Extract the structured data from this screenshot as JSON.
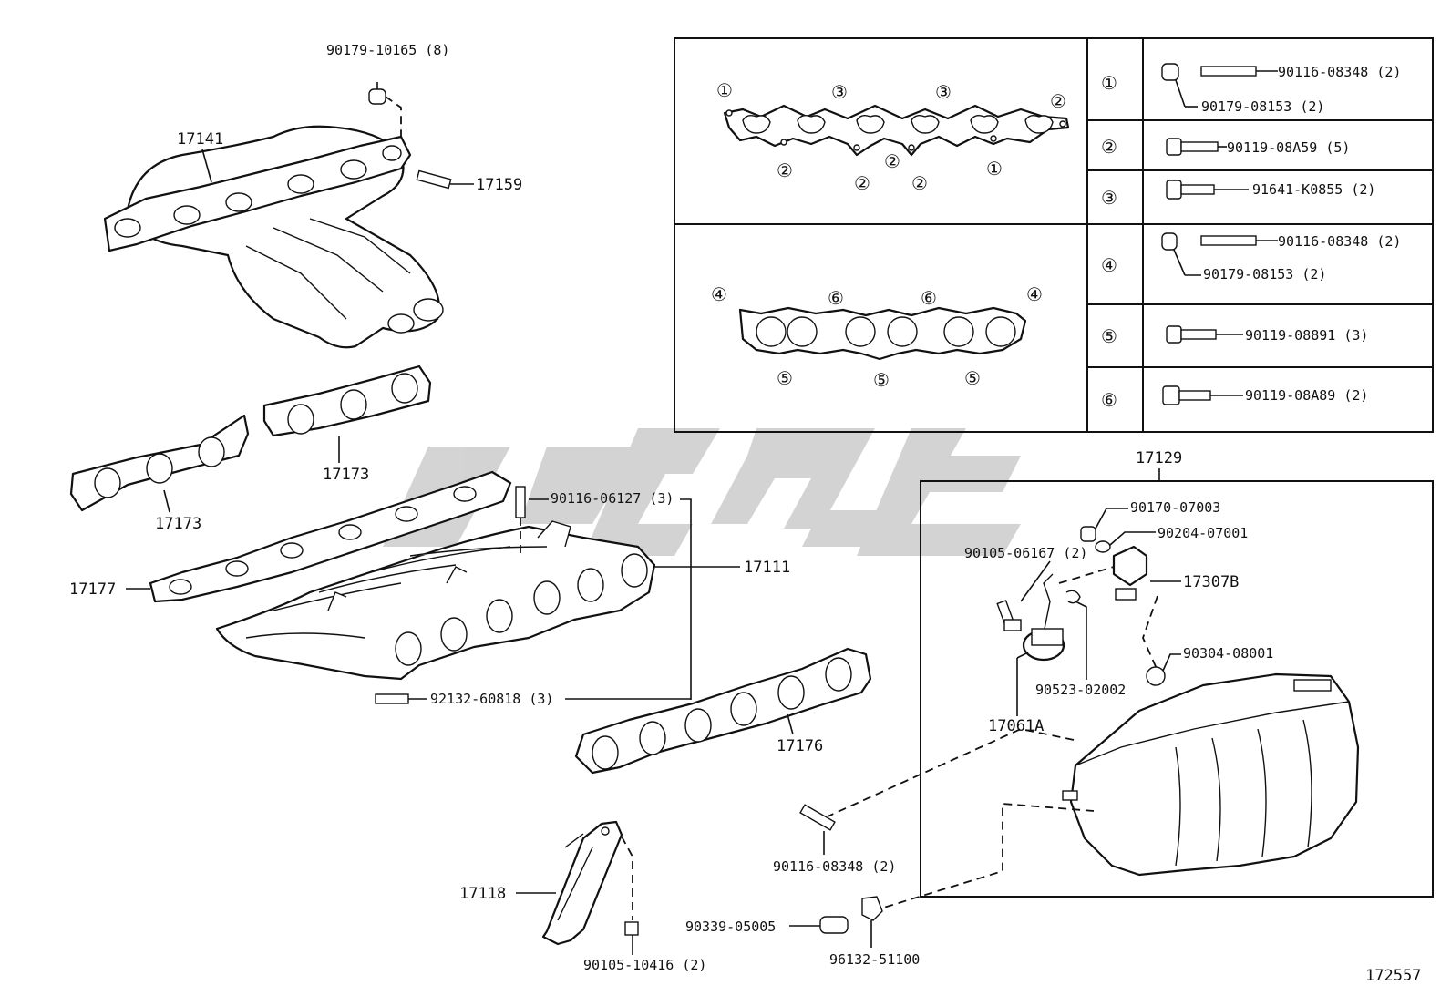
{
  "labels": {
    "p90179_10165": "90179-10165 (8)",
    "p17141": "17141",
    "p17159": "17159",
    "p17173a": "17173",
    "p17173b": "17173",
    "p90116_06127": "90116-06127 (3)",
    "p17111": "17111",
    "p17177": "17177",
    "p92132_60818": "92132-60818 (3)",
    "p17176": "17176",
    "p17118": "17118",
    "p90105_10416": "90105-10416 (2)",
    "p90116_08348_b": "90116-08348 (2)",
    "p90339_05005": "90339-05005",
    "p96132_51100": "96132-51100",
    "p17129": "17129",
    "p90170_07003": "90170-07003",
    "p90204_07001": "90204-07001",
    "p90105_06167": "90105-06167 (2)",
    "p17307B": "17307B",
    "p90304_08001": "90304-08001",
    "p90523_02002": "90523-02002",
    "p17061A": "17061A",
    "diagram_id": "172557"
  },
  "legend": {
    "upper_markers": {
      "a1": "①",
      "a2": "③",
      "a3": "③",
      "a4": "②",
      "b1": "②",
      "b2": "②",
      "b3": "②",
      "b4": "②",
      "b5": "①"
    },
    "lower_markers": {
      "a1": "④",
      "a2": "⑥",
      "a3": "⑥",
      "a4": "④",
      "b1": "⑤",
      "b2": "⑤",
      "b3": "⑤"
    },
    "rows": [
      {
        "key": "①",
        "part1": "90116-08348 (2)",
        "part2": "90179-08153 (2)"
      },
      {
        "key": "②",
        "part1": "90119-08A59 (5)"
      },
      {
        "key": "③",
        "part1": "91641-K0855 (2)"
      },
      {
        "key": "④",
        "part1": "90116-08348 (2)",
        "part2": "90179-08153 (2)"
      },
      {
        "key": "⑤",
        "part1": "90119-08891 (3)"
      },
      {
        "key": "⑥",
        "part1": "90119-08A89 (2)"
      }
    ]
  },
  "colors": {
    "ink": "#111111",
    "watermark": "#cccccc"
  }
}
